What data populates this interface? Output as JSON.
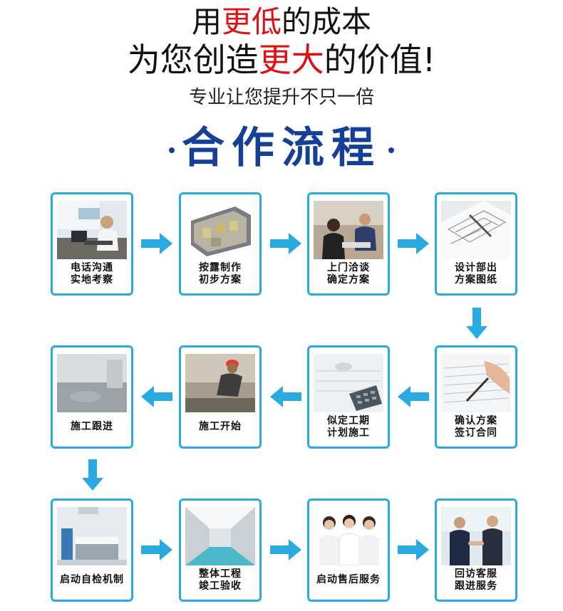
{
  "headline": {
    "line1": {
      "pre": "用",
      "accent": "更低",
      "post": "的成本"
    },
    "line2": {
      "pre": "为您创造",
      "accent": "更大",
      "post": "的价值!"
    },
    "line3": "专业让您提升不只一倍"
  },
  "section_title": "合作流程",
  "colors": {
    "card_border": "#29abe2",
    "arrow": "#29abe2",
    "title": "#163f97",
    "accent": "#e10f12"
  },
  "steps": [
    {
      "line1": "电话沟通",
      "line2": "实地考察",
      "icon": "office-call-photo"
    },
    {
      "line1": "按露制作",
      "line2": "初步方案",
      "icon": "3d-model-photo"
    },
    {
      "line1": "上门洽谈",
      "line2": "确定方案",
      "icon": "meeting-photo"
    },
    {
      "line1": "设计部出",
      "line2": "方案图纸",
      "icon": "blueprint-photo"
    },
    {
      "line1": "确认方案",
      "line2": "签订合同",
      "icon": "signing-photo"
    },
    {
      "line1": "似定工期",
      "line2": "计划施工",
      "icon": "calculator-photo"
    },
    {
      "line1": "施工开始",
      "line2": "",
      "icon": "worker-photo"
    },
    {
      "line1": "施工跟进",
      "line2": "",
      "icon": "room-photo"
    },
    {
      "line1": "启动自检机制",
      "line2": "",
      "icon": "lab-photo"
    },
    {
      "line1": "整体工程",
      "line2": "竣工验收",
      "icon": "corridor-photo"
    },
    {
      "line1": "启动售后服务",
      "line2": "",
      "icon": "support-team-photo"
    },
    {
      "line1": "回访客服",
      "line2": "跟进服务",
      "icon": "handshake-photo"
    }
  ]
}
